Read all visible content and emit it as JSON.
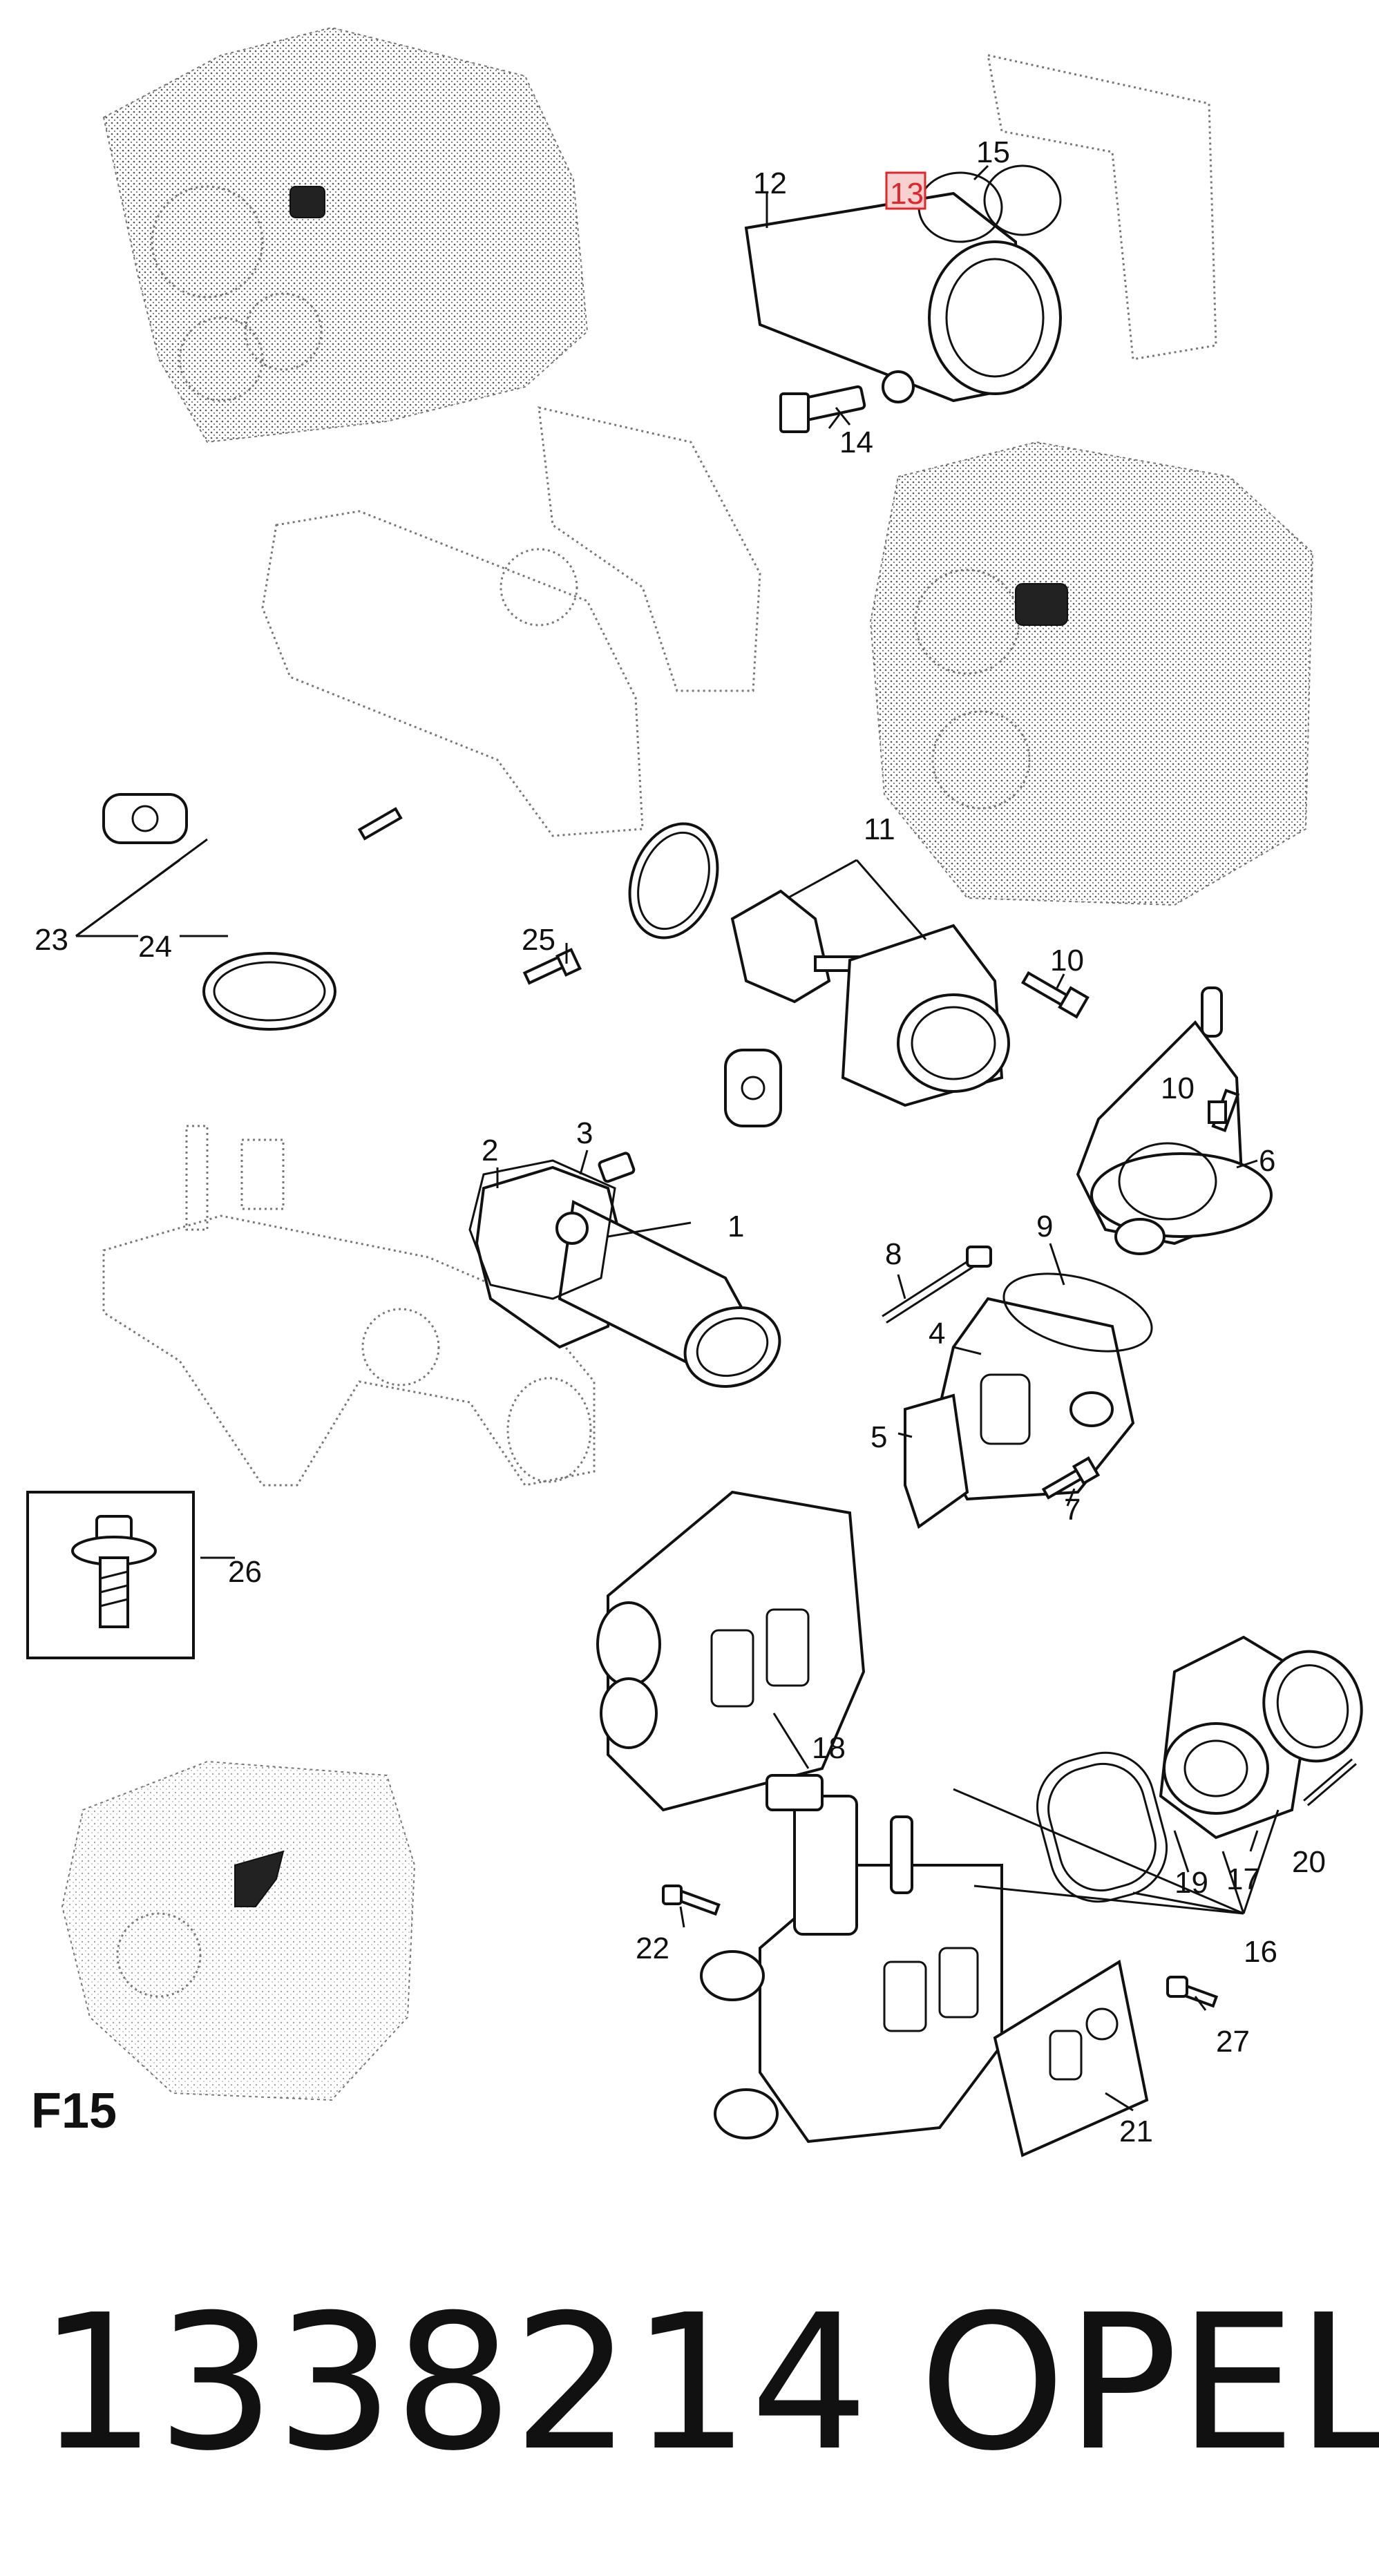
{
  "callouts": {
    "c1": "1",
    "c2": "2",
    "c3": "3",
    "c4": "4",
    "c5": "5",
    "c6": "6",
    "c7": "7",
    "c8": "8",
    "c9": "9",
    "c10a": "10",
    "c10b": "10",
    "c11": "11",
    "c12": "12",
    "c13": "13",
    "c14": "14",
    "c15": "15",
    "c16": "16",
    "c17": "17",
    "c18": "18",
    "c19": "19",
    "c20": "20",
    "c21": "21",
    "c22": "22",
    "c23": "23",
    "c24": "24",
    "c25": "25",
    "c26": "26",
    "c27": "27"
  },
  "highlight_color": "#e0262a",
  "section_code": "F15",
  "footer": {
    "part_number": "1338214",
    "brand": "OPEL"
  }
}
